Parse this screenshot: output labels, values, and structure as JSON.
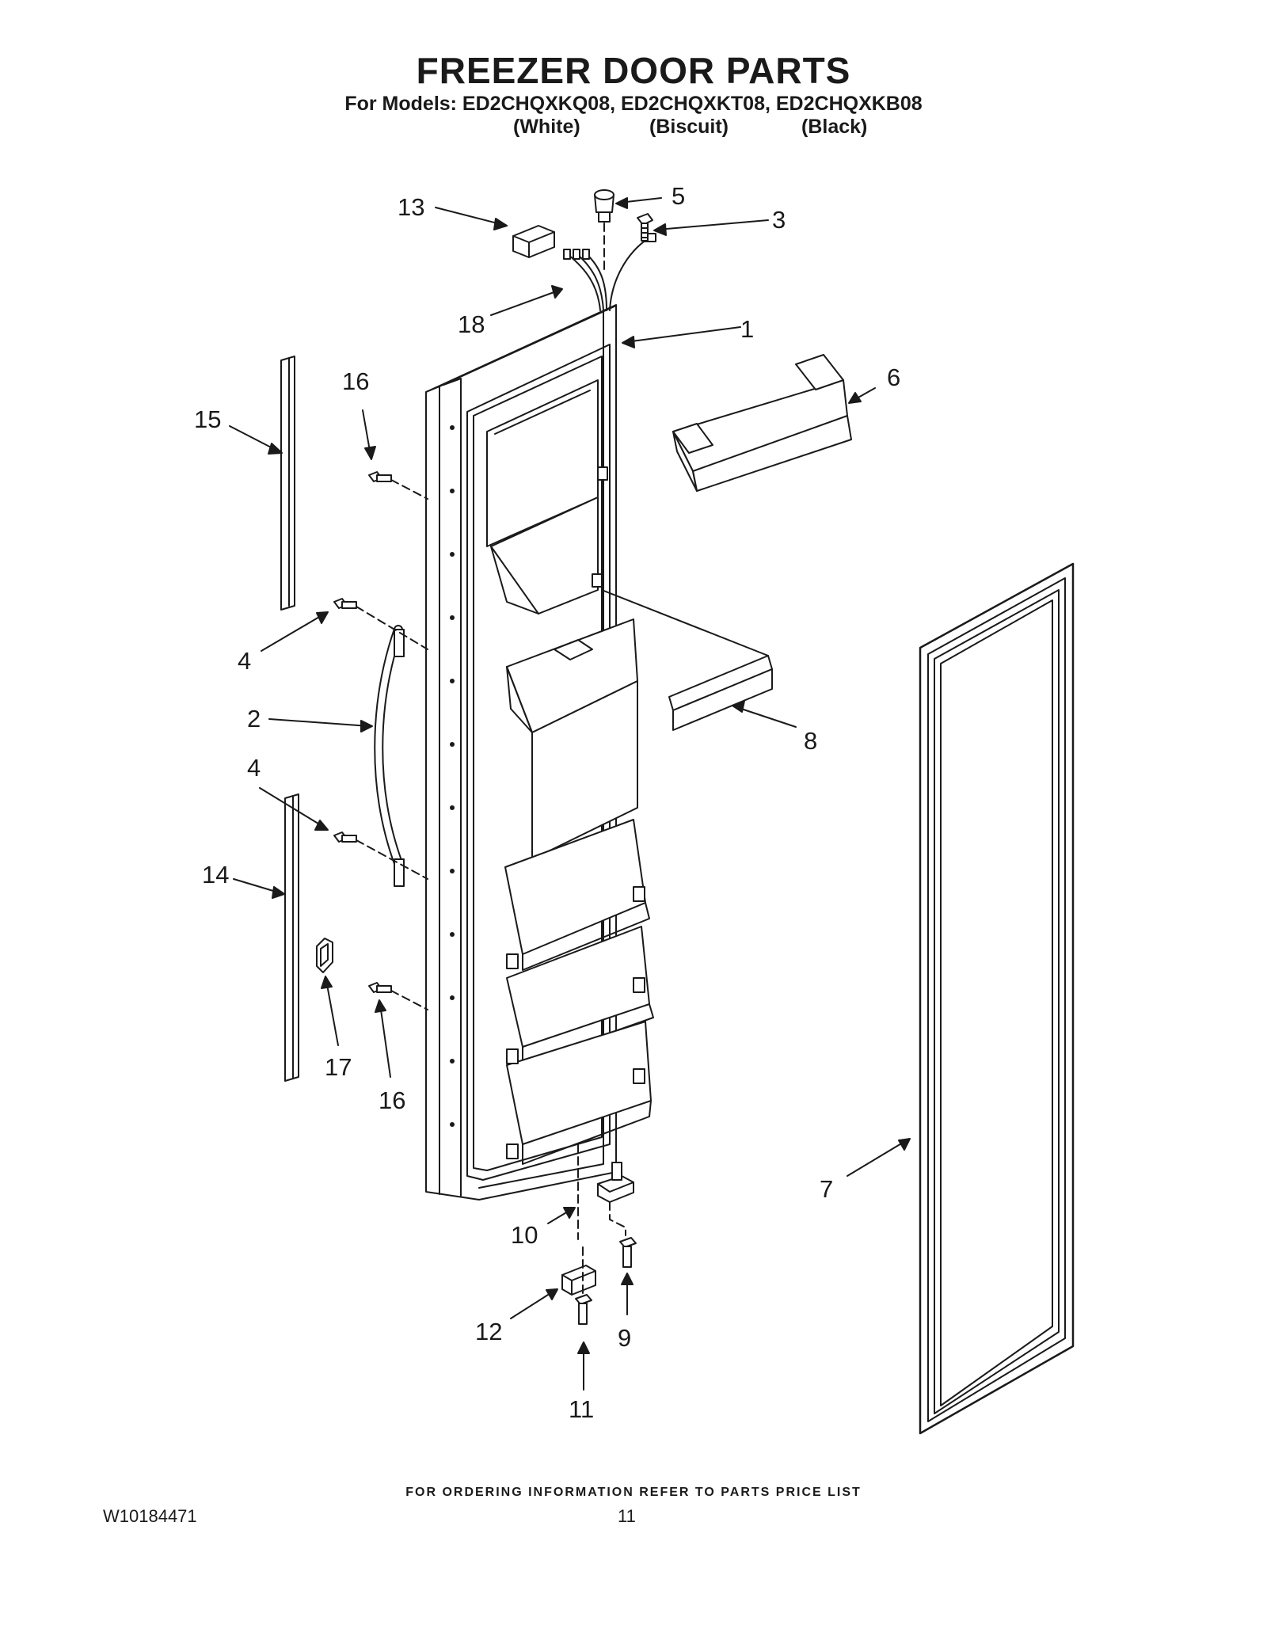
{
  "header": {
    "title": "FREEZER DOOR PARTS",
    "models_line": "For Models: ED2CHQXKQ08, ED2CHQXKT08, ED2CHQXKB08",
    "variants": [
      "(White)",
      "(Biscuit)",
      "(Black)"
    ]
  },
  "callouts": [
    "1",
    "2",
    "3",
    "4",
    "4",
    "5",
    "6",
    "7",
    "8",
    "9",
    "10",
    "11",
    "12",
    "13",
    "14",
    "15",
    "16",
    "16",
    "17",
    "18"
  ],
  "footer": {
    "note": "FOR ORDERING INFORMATION REFER TO PARTS PRICE LIST",
    "doc_id": "W10184471",
    "page_number": "11"
  }
}
